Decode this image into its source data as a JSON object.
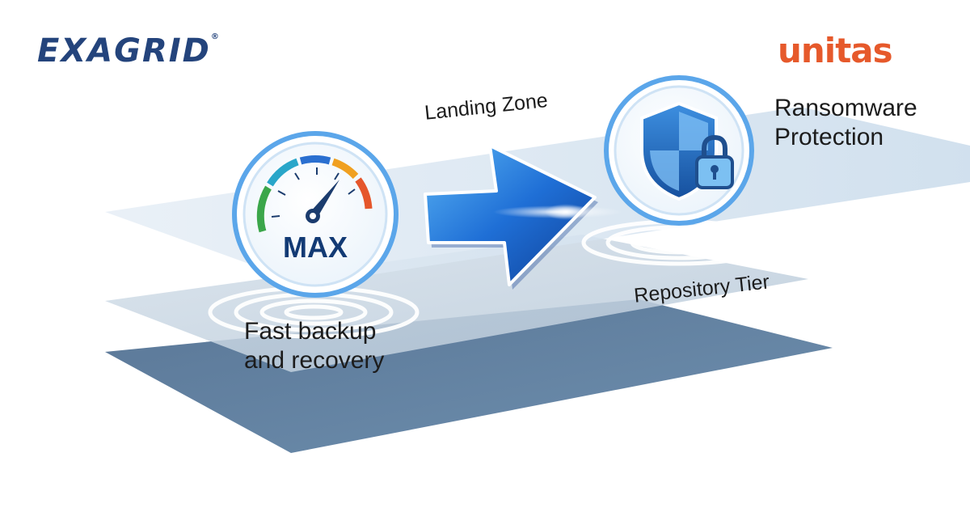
{
  "brands": {
    "left": "EXAGRID",
    "left_mark": "®",
    "right": "unitas"
  },
  "labels": {
    "landing_zone": "Landing Zone",
    "ransomware_line1": "Ransomware",
    "ransomware_line2": "Protection",
    "repository_tier": "Repository Tier",
    "fast_line1": "Fast backup",
    "fast_line2": "and recovery"
  },
  "gauge": {
    "text": "MAX"
  },
  "icons": {
    "gauge": "speedometer-gauge-icon",
    "arrow": "right-arrow-icon",
    "shield": "shield-lock-icon"
  },
  "colors": {
    "brand_left": "#24447c",
    "brand_right": "#e6592b",
    "plane_bottom": "#5f7e9e",
    "arrow_blue": "#1f6fd6",
    "ring_blue": "#4aa0e8"
  }
}
